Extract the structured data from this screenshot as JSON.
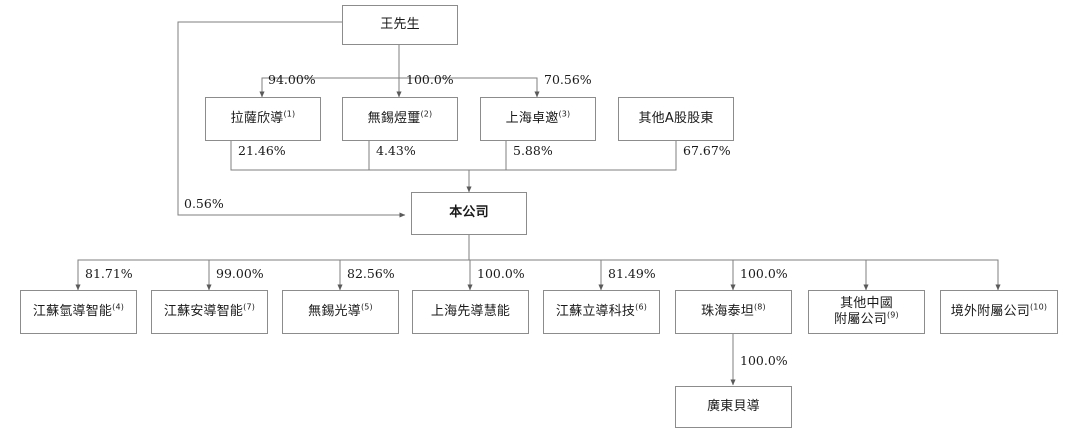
{
  "chart_data": {
    "type": "diagram",
    "title": "",
    "diagram_kind": "shareholding-structure-org-chart",
    "language": "zh-Hant",
    "colors": {
      "background": "#ffffff",
      "box_border": "#8c8c8c",
      "line": "#7f7f7f",
      "text": "#1a1a1a"
    },
    "nodes": [
      {
        "id": "wang",
        "label": "王先生",
        "note": "",
        "row": 1
      },
      {
        "id": "lasa",
        "label": "拉薩欣導",
        "note": "(1)",
        "row": 2
      },
      {
        "id": "wuxi_yuxi",
        "label": "無錫煜璽",
        "note": "(2)",
        "row": 2
      },
      {
        "id": "shanghai_zy",
        "label": "上海卓邀",
        "note": "(3)",
        "row": 2
      },
      {
        "id": "other_a",
        "label": "其他A股股東",
        "note": "",
        "row": 2
      },
      {
        "id": "company",
        "label": "本公司",
        "note": "",
        "row": 3
      },
      {
        "id": "js_qingdao",
        "label": "江蘇氫導智能",
        "note": "(4)",
        "row": 4
      },
      {
        "id": "js_andao",
        "label": "江蘇安導智能",
        "note": "(7)",
        "row": 4
      },
      {
        "id": "wuxi_gd",
        "label": "無錫光導",
        "note": "(5)",
        "row": 4
      },
      {
        "id": "sh_xdhn",
        "label": "上海先導慧能",
        "note": "",
        "row": 4
      },
      {
        "id": "js_lidao",
        "label": "江蘇立導科技",
        "note": "(6)",
        "row": 4
      },
      {
        "id": "zh_taitan",
        "label": "珠海泰坦",
        "note": "(8)",
        "row": 4
      },
      {
        "id": "other_cn",
        "label": "其他中國附屬公司",
        "note": "(9)",
        "row": 4
      },
      {
        "id": "overseas",
        "label": "境外附屬公司",
        "note": "(10)",
        "row": 4
      },
      {
        "id": "gd_beidao",
        "label": "廣東貝導",
        "note": "",
        "row": 5
      }
    ],
    "edges": [
      {
        "from": "wang",
        "to": "lasa",
        "value": "94.00%"
      },
      {
        "from": "wang",
        "to": "wuxi_yuxi",
        "value": "100.0%"
      },
      {
        "from": "wang",
        "to": "shanghai_zy",
        "value": "70.56%"
      },
      {
        "from": "lasa",
        "to": "company",
        "value": "21.46%"
      },
      {
        "from": "wuxi_yuxi",
        "to": "company",
        "value": "4.43%"
      },
      {
        "from": "shanghai_zy",
        "to": "company",
        "value": "5.88%"
      },
      {
        "from": "other_a",
        "to": "company",
        "value": "67.67%"
      },
      {
        "from": "wang",
        "to": "company",
        "value": "0.56%"
      },
      {
        "from": "company",
        "to": "js_qingdao",
        "value": "81.71%"
      },
      {
        "from": "company",
        "to": "js_andao",
        "value": "99.00%"
      },
      {
        "from": "company",
        "to": "wuxi_gd",
        "value": "82.56%"
      },
      {
        "from": "company",
        "to": "sh_xdhn",
        "value": "100.0%"
      },
      {
        "from": "company",
        "to": "js_lidao",
        "value": "81.49%"
      },
      {
        "from": "company",
        "to": "zh_taitan",
        "value": "100.0%"
      },
      {
        "from": "company",
        "to": "other_cn",
        "value": ""
      },
      {
        "from": "company",
        "to": "overseas",
        "value": ""
      },
      {
        "from": "zh_taitan",
        "to": "gd_beidao",
        "value": "100.0%"
      }
    ]
  },
  "nodes": {
    "wang": {
      "label": "王先生",
      "note": ""
    },
    "lasa": {
      "label": "拉薩欣導",
      "note": "(1)"
    },
    "wuxi_yuxi": {
      "label": "無錫煜璽",
      "note": "(2)"
    },
    "shanghai_zy": {
      "label": "上海卓邀",
      "note": "(3)"
    },
    "other_a": {
      "label": "其他A股股東",
      "note": ""
    },
    "company": {
      "label": "本公司",
      "note": ""
    },
    "js_qingdao": {
      "label": "江蘇氫導智能",
      "note": "(4)"
    },
    "js_andao": {
      "label": "江蘇安導智能",
      "note": "(7)"
    },
    "wuxi_gd": {
      "label": "無錫光導",
      "note": "(5)"
    },
    "sh_xdhn": {
      "label": "上海先導慧能",
      "note": ""
    },
    "js_lidao": {
      "label": "江蘇立導科技",
      "note": "(6)"
    },
    "zh_taitan": {
      "label": "珠海泰坦",
      "note": "(8)"
    },
    "other_cn": {
      "label_line1": "其他中國",
      "label_line2": "附屬公司",
      "note": "(9)"
    },
    "overseas": {
      "label": "境外附屬公司",
      "note": "(10)"
    },
    "gd_beidao": {
      "label": "廣東貝導",
      "note": ""
    }
  },
  "percentages": {
    "wang_lasa": "94.00%",
    "wang_wuxi_yuxi": "100.0%",
    "wang_shanghai_zy": "70.56%",
    "lasa_company": "21.46%",
    "wuxi_yuxi_company": "4.43%",
    "shanghai_zy_company": "5.88%",
    "other_a_company": "67.67%",
    "wang_company": "0.56%",
    "company_js_qingdao": "81.71%",
    "company_js_andao": "99.00%",
    "company_wuxi_gd": "82.56%",
    "company_sh_xdhn": "100.0%",
    "company_js_lidao": "81.49%",
    "company_zh_taitan": "100.0%",
    "zh_taitan_gd_beidao": "100.0%"
  }
}
